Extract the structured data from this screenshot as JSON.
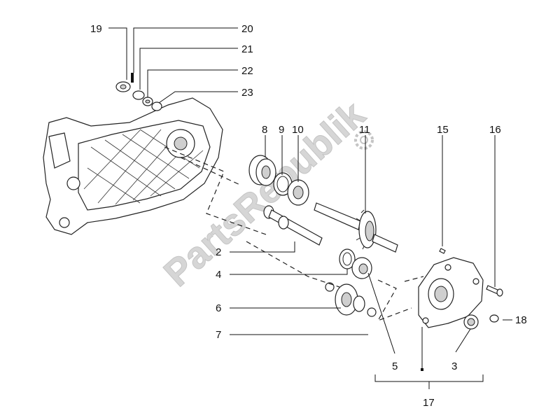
{
  "watermark": "PartsRepublik",
  "callouts": {
    "c1": "19",
    "c2": "20",
    "c3": "21",
    "c4": "22",
    "c5": "23",
    "c6": "8",
    "c7": "9",
    "c8": "10",
    "c9": "11",
    "c10": "15",
    "c11": "16",
    "c12": "2",
    "c13": "4",
    "c14": "6",
    "c15": "7",
    "c16": "5",
    "c17": "3",
    "c18": "18",
    "c19": "17"
  },
  "icons": [
    "gear-logo-icon"
  ]
}
